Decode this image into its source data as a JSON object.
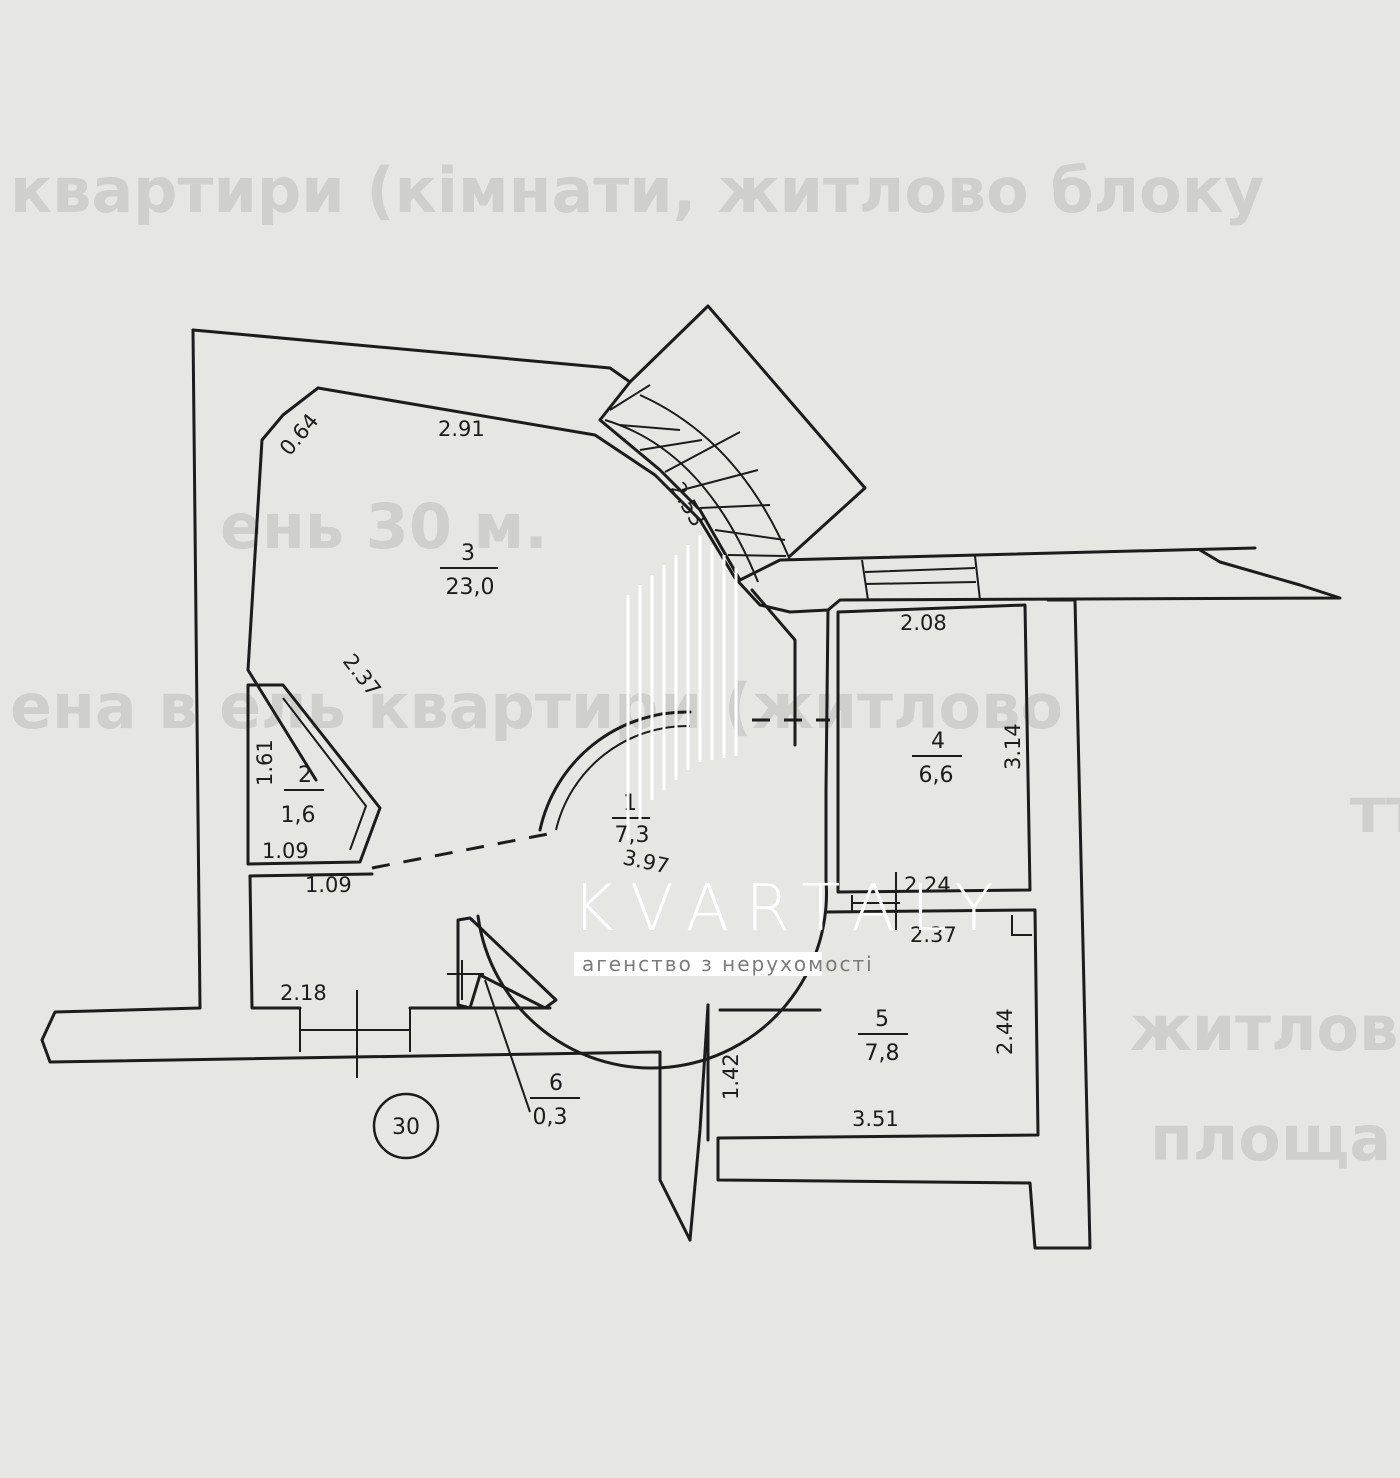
{
  "background_text": [
    "квартири (кімнати, житлово блоку",
    "ень 30 м.",
    "ена в ель квартири (житлово",
    "житлова",
    "площа",
    "тт"
  ],
  "plan_number": "30",
  "rooms": [
    {
      "number": "1",
      "area": "7,3"
    },
    {
      "number": "2",
      "area": "1,6"
    },
    {
      "number": "3",
      "area": "23,0"
    },
    {
      "number": "4",
      "area": "6,6"
    },
    {
      "number": "5",
      "area": "7,8"
    },
    {
      "number": "6",
      "area": "0,3"
    }
  ],
  "dimensions": {
    "d064": "0.64",
    "d291": "2.91",
    "d253": "2.53",
    "d208": "2.08",
    "d237a": "2.37",
    "d314": "3.14",
    "d161": "1.61",
    "d109a": "1.09",
    "d109b": "1.09",
    "d397": "3.97",
    "d224": "2.24",
    "d237b": "2.37",
    "d218": "2.18",
    "d244": "2.44",
    "d142": "1.42",
    "d351": "3.51"
  },
  "watermark": {
    "brand": "KVARTALY",
    "tagline": "агенство з нерухомості"
  }
}
